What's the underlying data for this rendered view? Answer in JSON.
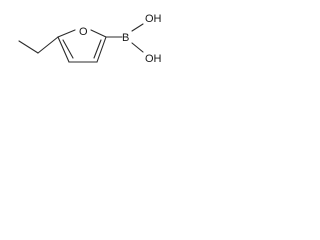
{
  "molecule": {
    "atoms": {
      "ring_oxygen": "O",
      "boron": "B",
      "hydroxyl_top": "OH",
      "hydroxyl_bottom": "OH"
    }
  }
}
